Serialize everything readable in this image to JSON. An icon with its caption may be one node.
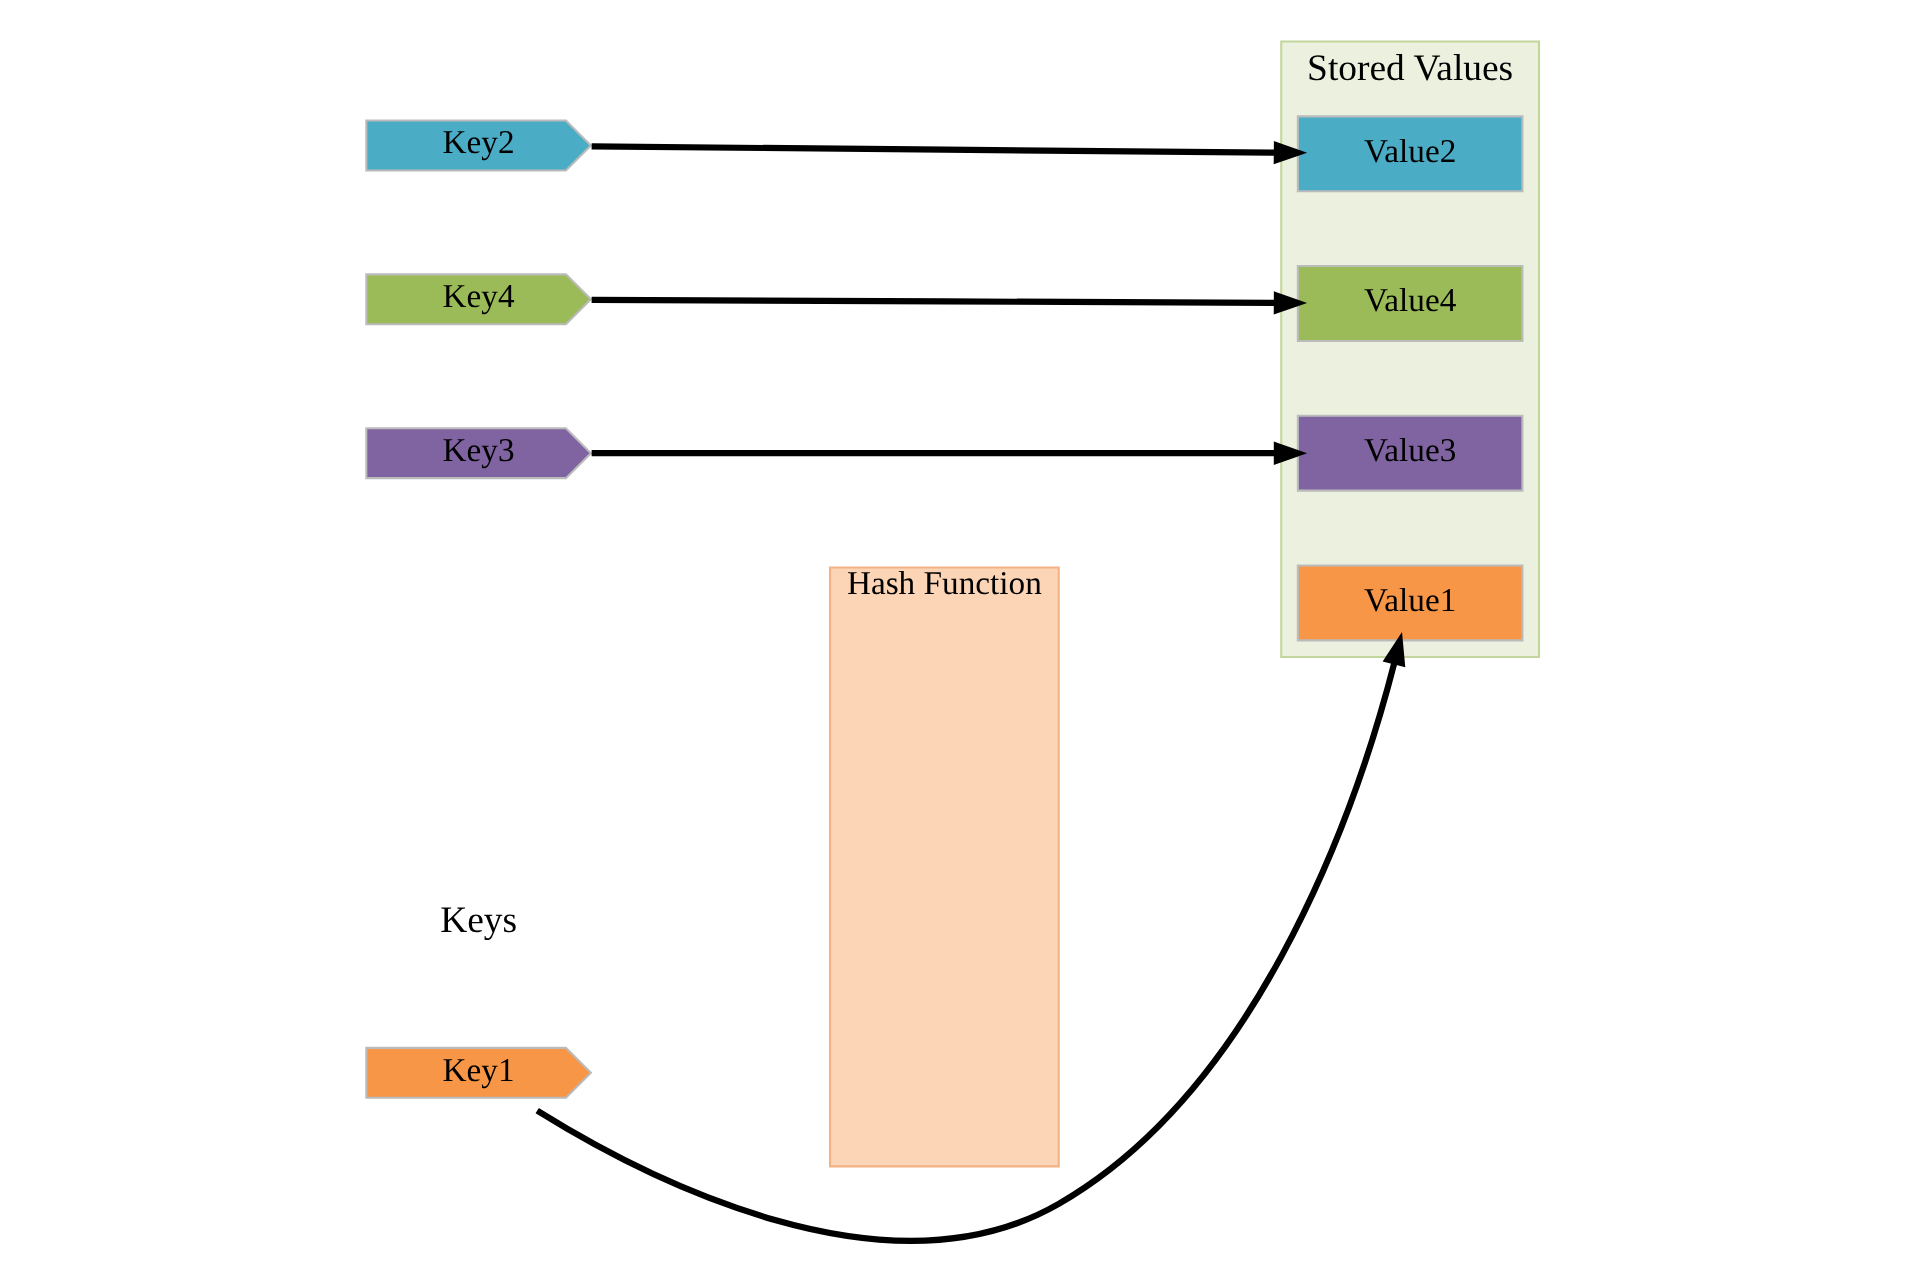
{
  "diagram": {
    "nodes": [
      {
        "text": [
          "Key1"
        ]
      },
      {
        "text": [
          "Key2"
        ]
      },
      {
        "text": [
          "Key3"
        ]
      },
      {
        "text": [
          "Key4"
        ]
      },
      {
        "text": [
          "Hash Function"
        ]
      },
      {
        "text": [
          "Stored Values"
        ]
      },
      {
        "text": [
          "Value3"
        ],
        "in": 5
      },
      {
        "text": [
          "Value4"
        ],
        "in": 5
      },
      {
        "text": [
          "Value1"
        ],
        "in": 5
      },
      {
        "text": [
          "Value2"
        ],
        "in": 5
      }
    ],
    "edges": [
      {
        "from": 0,
        "to": 8,
        "arrow": "to"
      },
      {
        "from": 1,
        "to": 9,
        "arrow": "to"
      },
      {
        "from": 2,
        "to": 6,
        "arrow": "to"
      },
      {
        "from": 3,
        "to": 7,
        "arrow": "to"
      }
    ],
    "labels": [
      "Keys"
    ]
  }
}
